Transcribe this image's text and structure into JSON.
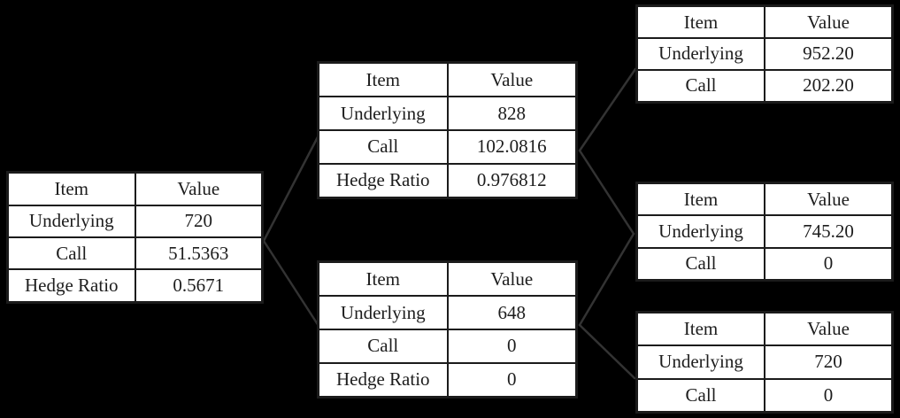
{
  "colors": {
    "background": "#000000",
    "table_background": "#ffffff",
    "table_border": "#1b1b1b",
    "text": "#1d1d1d",
    "connector_line": "#333333"
  },
  "tables": {
    "root": {
      "headers": [
        "Item",
        "Value"
      ],
      "rows": [
        [
          "Underlying",
          "720"
        ],
        [
          "Call",
          "51.5363"
        ],
        [
          "Hedge Ratio",
          "0.5671"
        ]
      ]
    },
    "up": {
      "headers": [
        "Item",
        "Value"
      ],
      "rows": [
        [
          "Underlying",
          "828"
        ],
        [
          "Call",
          "102.0816"
        ],
        [
          "Hedge Ratio",
          "0.976812"
        ]
      ]
    },
    "down": {
      "headers": [
        "Item",
        "Value"
      ],
      "rows": [
        [
          "Underlying",
          "648"
        ],
        [
          "Call",
          "0"
        ],
        [
          "Hedge Ratio",
          "0"
        ]
      ]
    },
    "up_up": {
      "headers": [
        "Item",
        "Value"
      ],
      "rows": [
        [
          "Underlying",
          "952.20"
        ],
        [
          "Call",
          "202.20"
        ]
      ]
    },
    "middle": {
      "headers": [
        "Item",
        "Value"
      ],
      "rows": [
        [
          "Underlying",
          "745.20"
        ],
        [
          "Call",
          "0"
        ]
      ]
    },
    "down_down": {
      "headers": [
        "Item",
        "Value"
      ],
      "rows": [
        [
          "Underlying",
          "720"
        ],
        [
          "Call",
          "0"
        ]
      ]
    }
  },
  "connectors": [
    {
      "from": "root",
      "to": "up"
    },
    {
      "from": "root",
      "to": "down"
    },
    {
      "from": "up",
      "to": "up_up"
    },
    {
      "from": "up",
      "to": "middle"
    },
    {
      "from": "down",
      "to": "middle"
    },
    {
      "from": "down",
      "to": "down_down"
    }
  ]
}
